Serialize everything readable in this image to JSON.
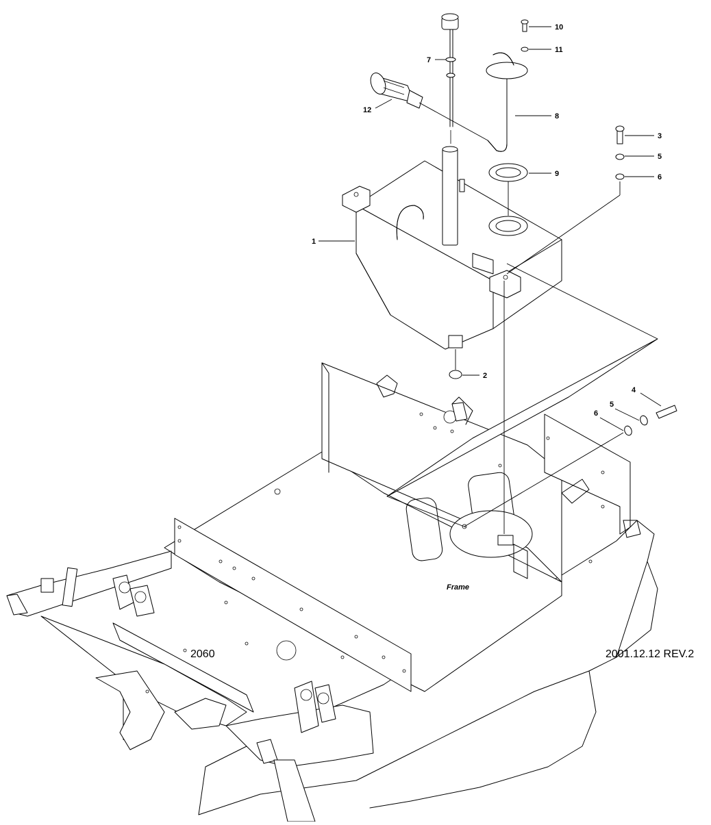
{
  "drawing": {
    "frame_label": "Frame",
    "model_number": "2060",
    "revision": "2001.12.12 REV.2"
  },
  "callouts": [
    "1",
    "2",
    "3",
    "4",
    "5",
    "6",
    "7",
    "8",
    "9",
    "10",
    "11",
    "12",
    "5",
    "6"
  ]
}
